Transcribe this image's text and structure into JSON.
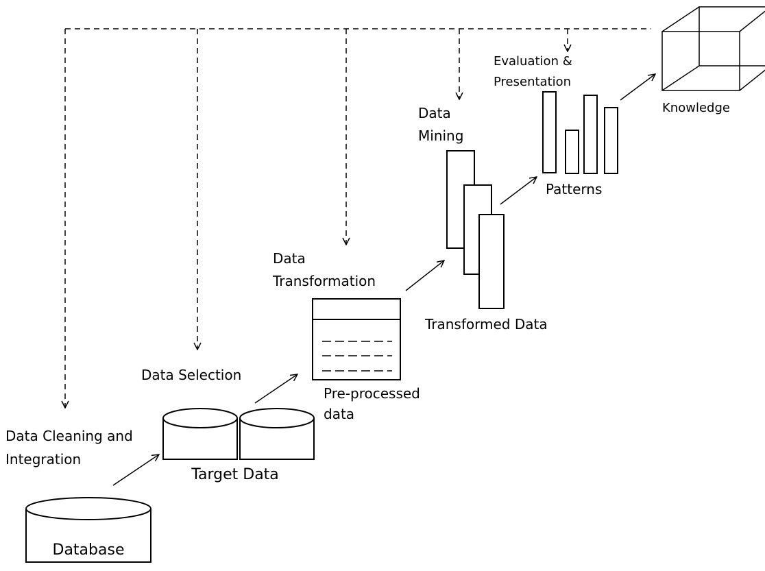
{
  "labels": {
    "step_cleaning_line1": "Data Cleaning and",
    "step_cleaning_line2": "Integration",
    "step_selection": "Data Selection",
    "step_transformation_line1": "Data",
    "step_transformation_line2": "Transformation",
    "step_mining_line1": "Data",
    "step_mining_line2": "Mining",
    "step_evaluation_line1": "Evaluation &",
    "step_evaluation_line2": "Presentation",
    "database": "Database",
    "target_data": "Target Data",
    "preprocessed_line1": "Pre-processed",
    "preprocessed_line2": "data",
    "transformed_data": "Transformed Data",
    "patterns": "Patterns",
    "knowledge": "Knowledge"
  }
}
